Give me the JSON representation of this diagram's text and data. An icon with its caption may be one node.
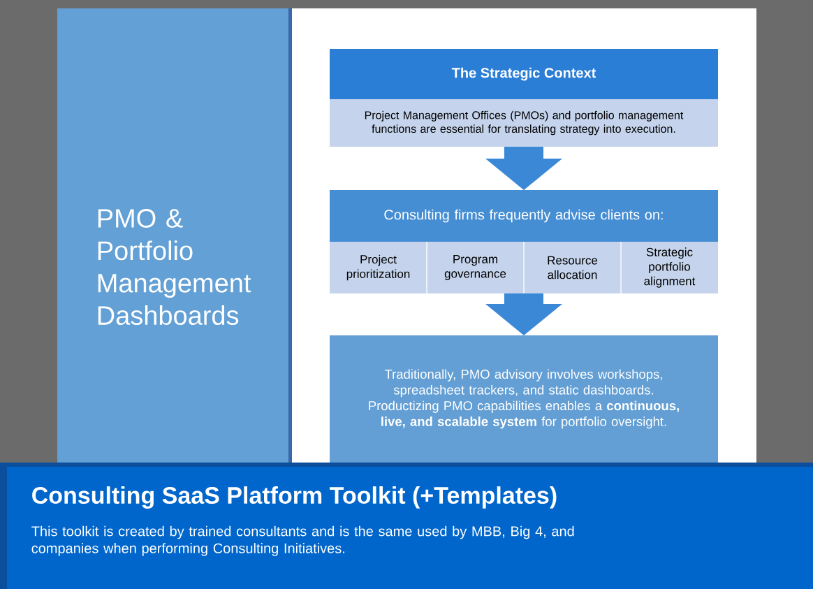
{
  "diagram": {
    "nodes": [
      {
        "text": [
          "PMO & Portfolio Management Dashboards"
        ]
      },
      {
        "text": [
          "The Strategic Context",
          "Project Management Offices (PMOs) and portfolio management functions are essential for translating strategy into execution."
        ]
      },
      {
        "text": [
          "Consulting firms frequently advise clients on:",
          "Project prioritization",
          "Program governance",
          "Resource allocation",
          "Strategic portfolio alignment"
        ]
      },
      {
        "text": [
          "Traditionally, PMO advisory involves workshops, spreadsheet trackers, and static dashboards. Productizing PMO capabilities enables a **continuous, live, and scalable system** for portfolio oversight."
        ]
      }
    ],
    "edges": [
      {
        "from": 1,
        "to": 2,
        "arrow": "to"
      },
      {
        "from": 2,
        "to": 3,
        "arrow": "to"
      }
    ],
    "labels": [
      "Consulting SaaS Platform Toolkit (+Templates)",
      "This toolkit is created by trained consultants and is the same used by MBB, Big 4, and companies when performing Consulting Initiatives."
    ]
  }
}
